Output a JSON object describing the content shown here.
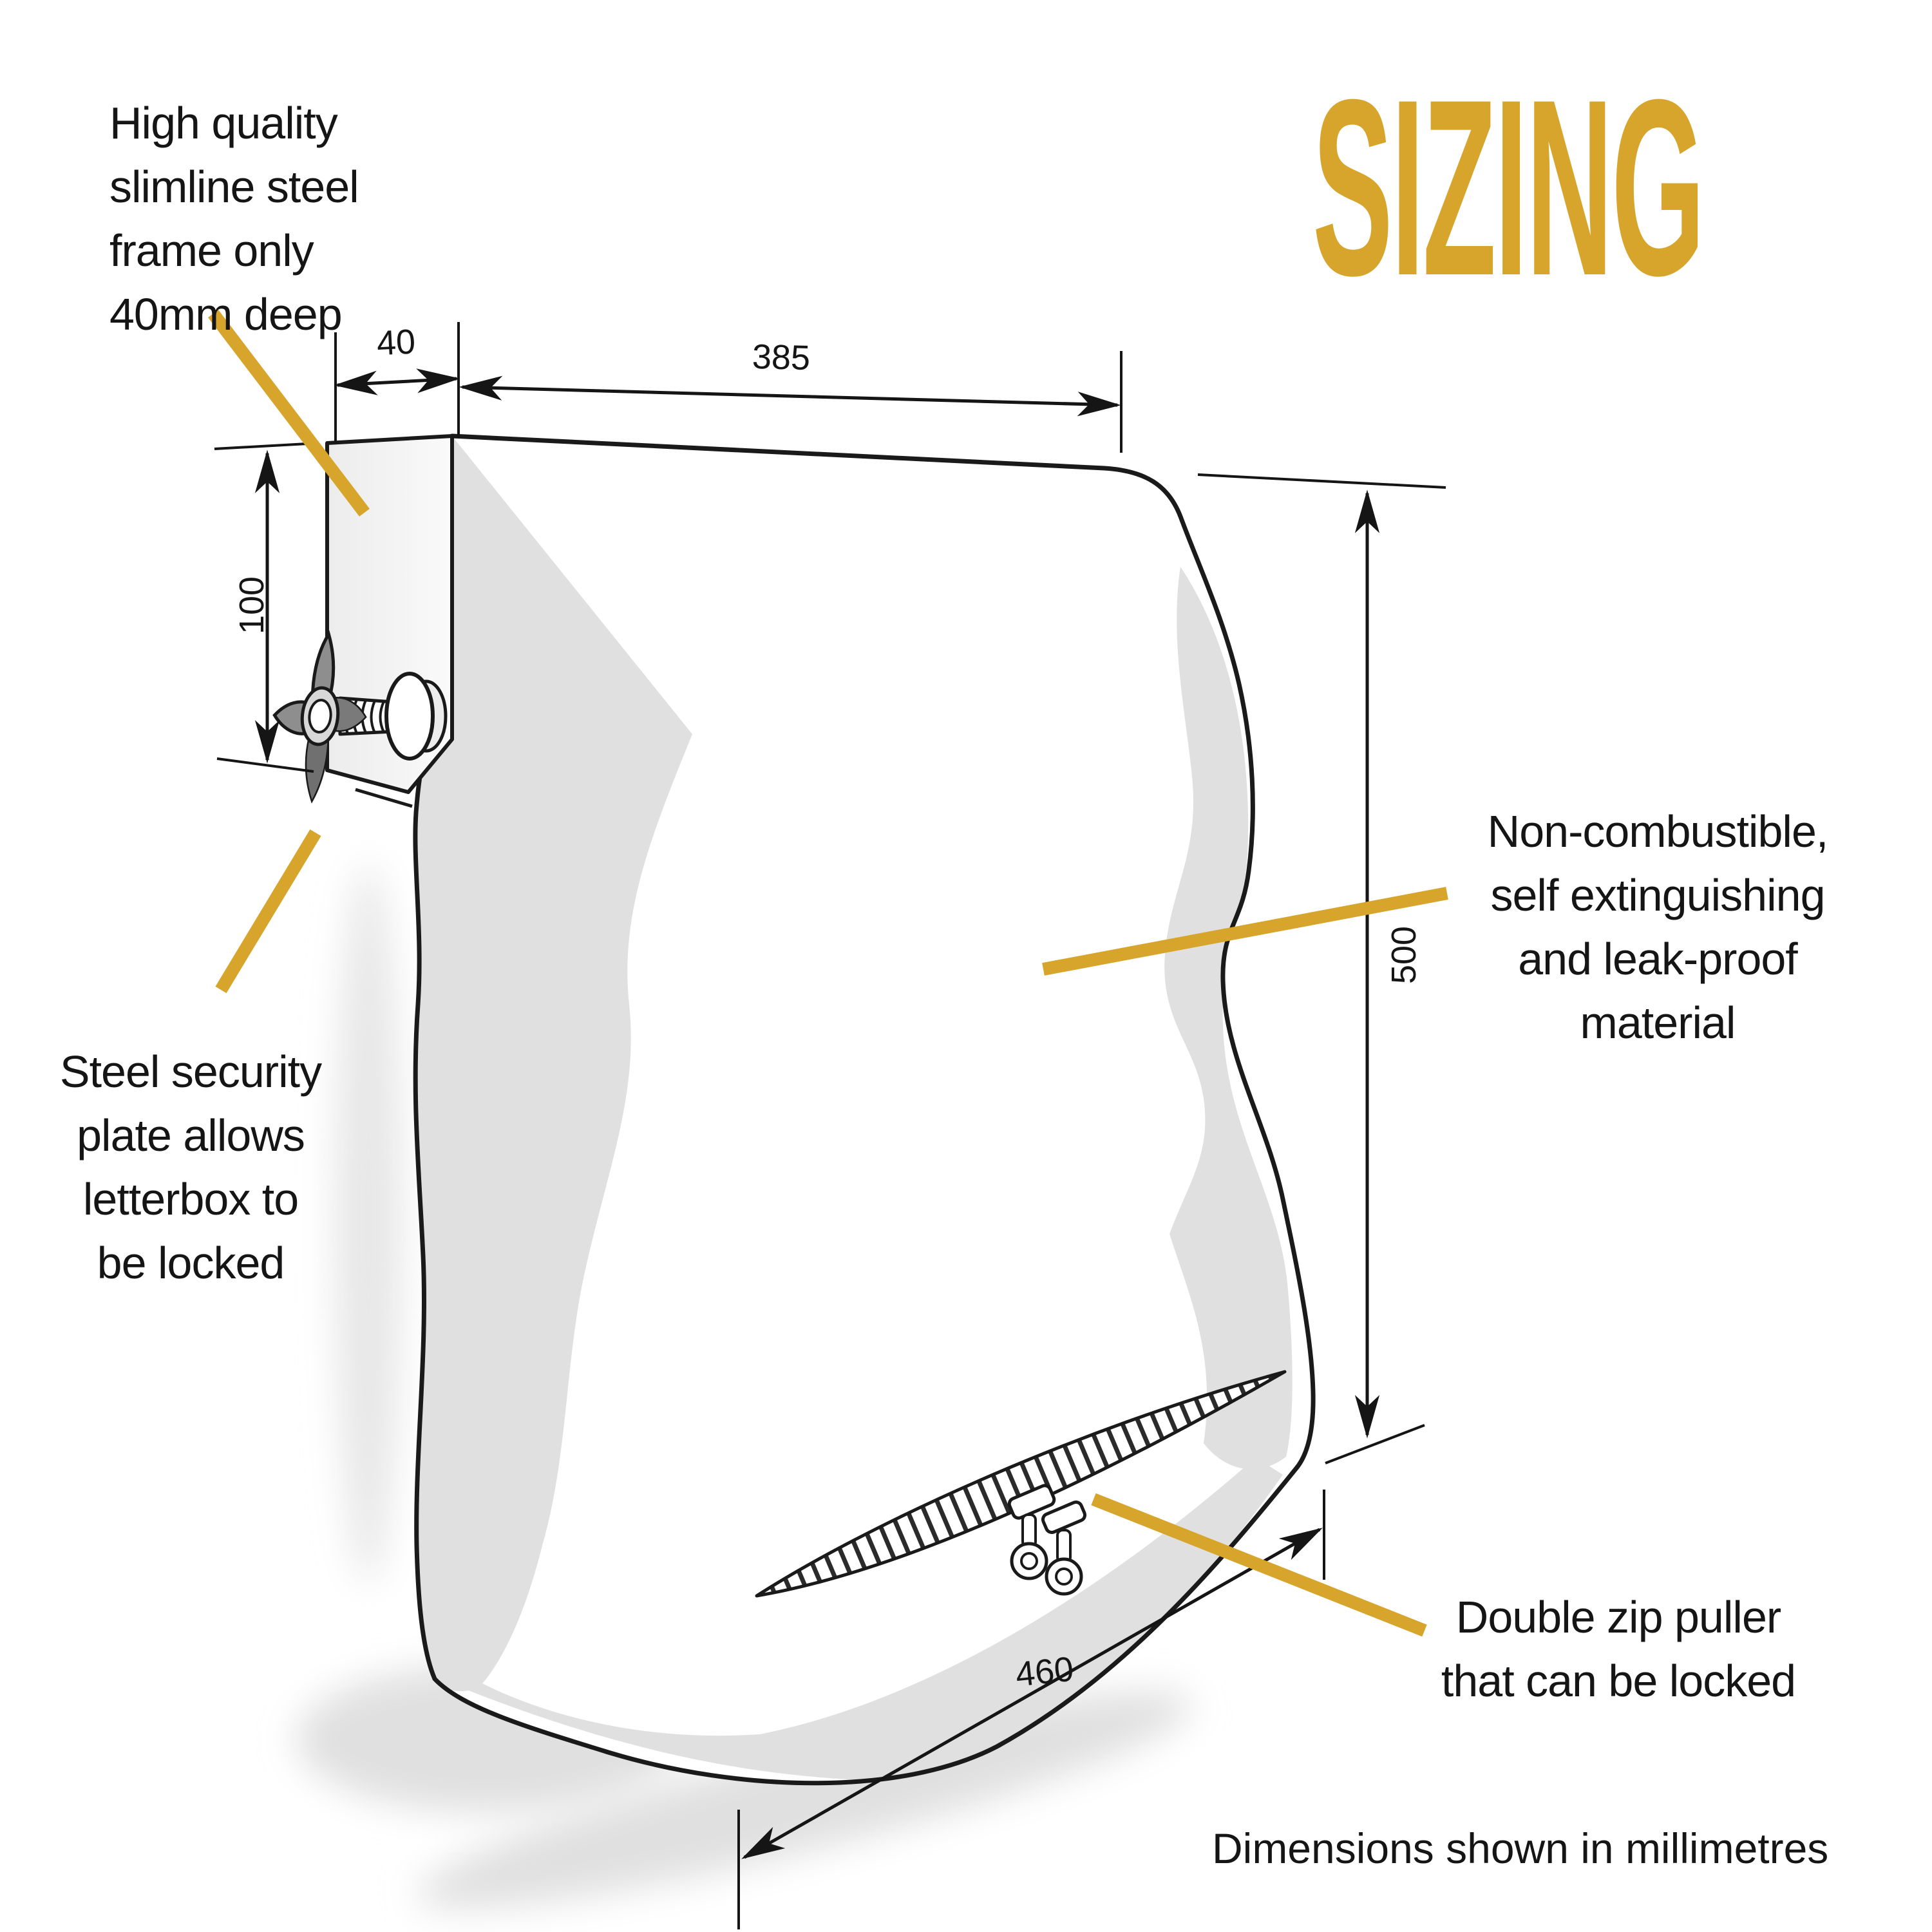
{
  "page": {
    "title": "SIZING",
    "footnote": "Dimensions shown in millimetres"
  },
  "colors": {
    "accent_gold": "#D7A52C",
    "ink": "#1A1A1A",
    "bag_shading": "#E0E0E0"
  },
  "annotations": {
    "steel_frame": {
      "lines": [
        "High quality",
        "slimline steel",
        "frame only",
        "40mm deep"
      ]
    },
    "security_plate": {
      "lines": [
        "Steel security",
        "plate allows",
        "letterbox to",
        "be locked"
      ]
    },
    "material": {
      "lines": [
        "Non-combustible,",
        "self extinguishing",
        "and leak-proof",
        "material"
      ]
    },
    "zip": {
      "lines": [
        "Double zip puller",
        "that can be locked"
      ]
    }
  },
  "dimensions_mm": {
    "frame_depth": "40",
    "opening_width": "385",
    "frame_height": "100",
    "bag_height": "500",
    "bag_width": "460"
  }
}
